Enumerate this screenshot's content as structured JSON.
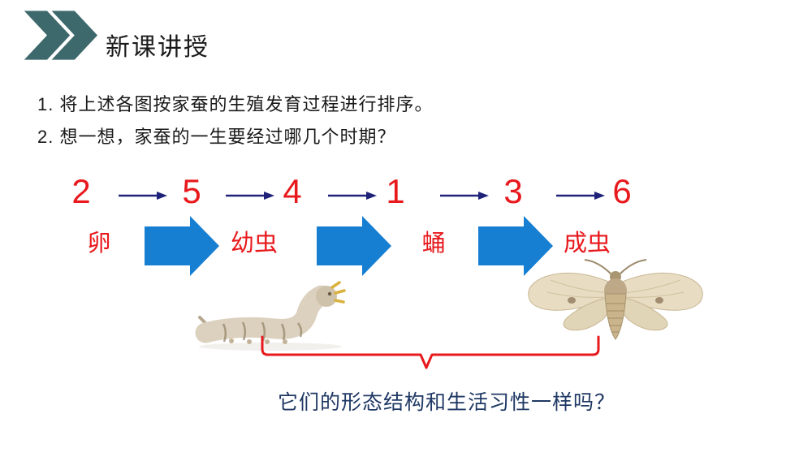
{
  "header": {
    "title": "新课讲授"
  },
  "questions": {
    "q1": "1. 将上述各图按家蚕的生殖发育过程进行排序。",
    "q2": "2. 想一想，家蚕的一生要经过哪几个时期？"
  },
  "sequence": {
    "numbers": [
      "2",
      "5",
      "4",
      "1",
      "3",
      "6"
    ]
  },
  "stages": {
    "labels": [
      "卵",
      "幼虫",
      "蛹",
      "成虫"
    ]
  },
  "bottom": {
    "question": "它们的形态结构和生活习性一样吗？"
  },
  "icons": {
    "header_chevron": "double-chevron-right",
    "flow_arrow": "thin-right-arrow",
    "stage_arrow": "block-right-arrow",
    "grouping": "horizontal-brace-with-pointer",
    "larva_image": "silkworm-larva-photo",
    "moth_image": "silkworm-moth-photo"
  },
  "colors": {
    "chevron_teal": "#3D696C",
    "accent_red": "#E8191D",
    "thin_arrow_navy": "#1E2278",
    "block_arrow_blue": "#177FD2",
    "question_navy": "#1F3864",
    "text_black": "#1A1A1A"
  }
}
